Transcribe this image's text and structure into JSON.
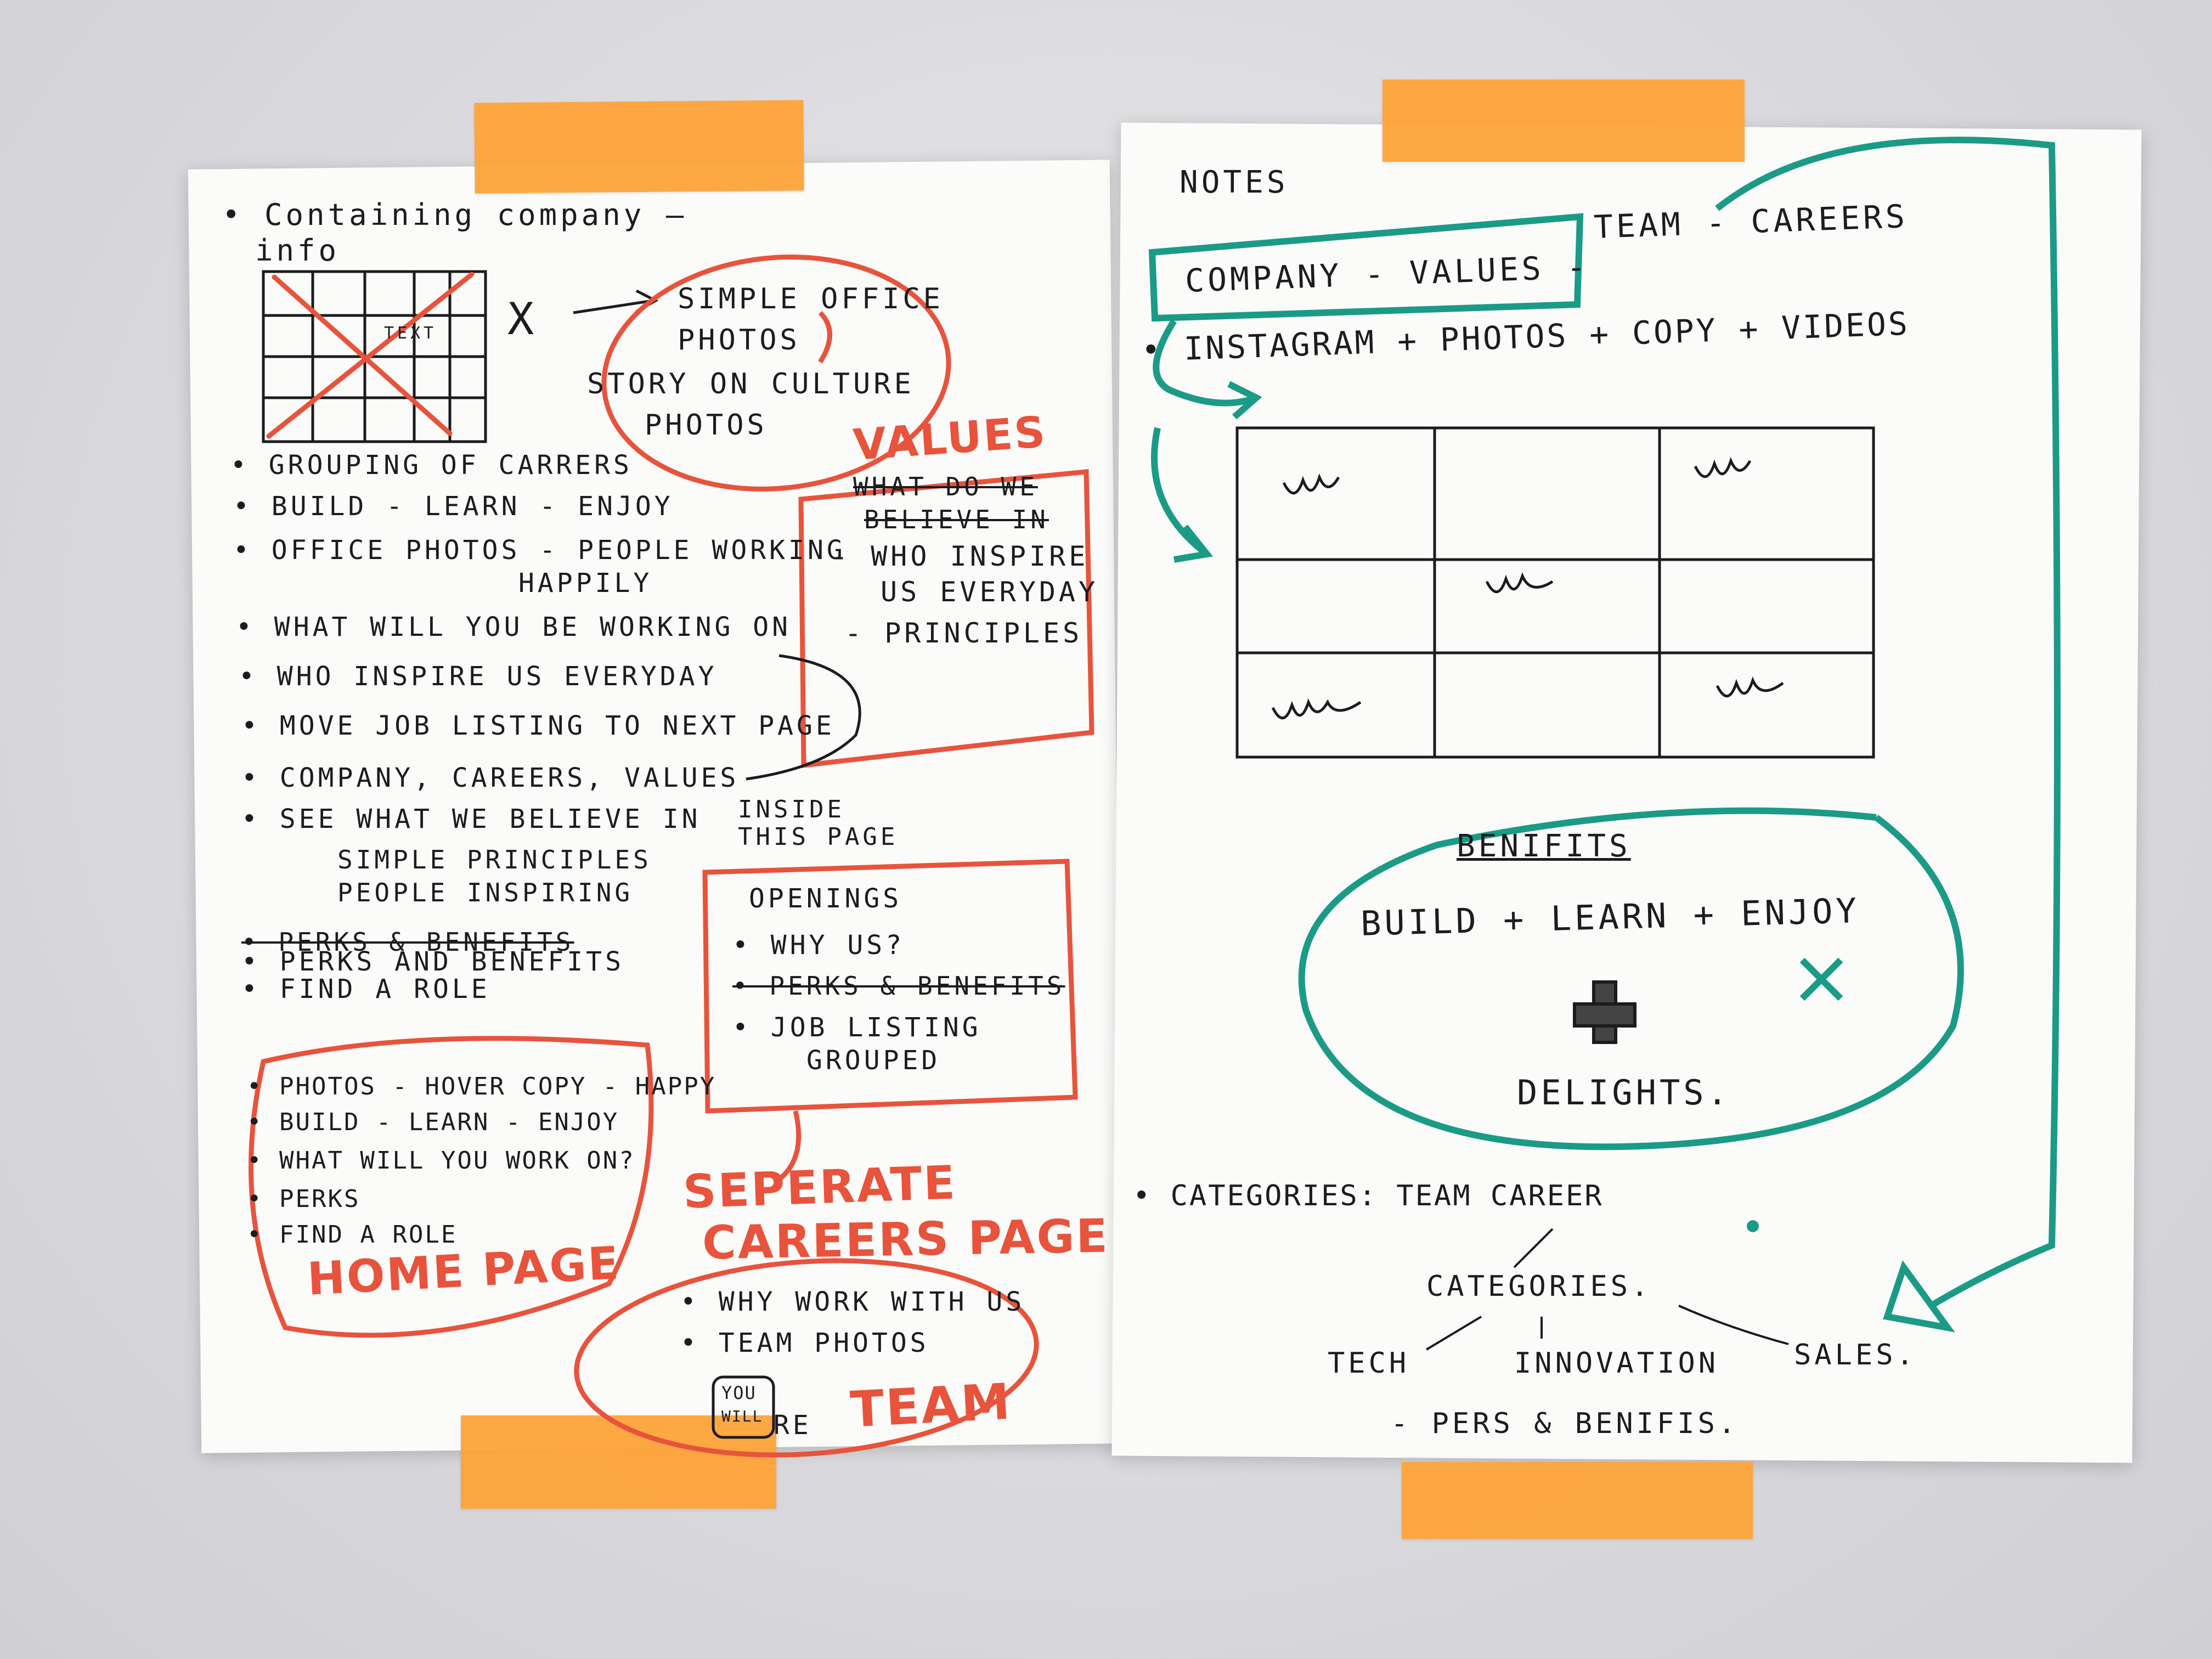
{
  "left_sheet": {
    "items": [
      "• Containing company —",
      "info",
      "TEXT",
      "X",
      "SIMPLE OFFICE",
      "PHOTOS",
      "STORY ON CULTURE",
      "PHOTOS",
      "• GROUPING OF CARRERS",
      "• BUILD - LEARN - ENJOY",
      "• OFFICE PHOTOS - PEOPLE WORKING",
      "HAPPILY",
      "• WHAT WILL YOU BE WORKING ON",
      "• WHO INSPIRE US EVERYDAY",
      "• MOVE JOB LISTING TO NEXT PAGE",
      "• COMPANY, CAREERS, VALUES",
      "• SEE WHAT WE BELIEVE IN",
      "SIMPLE PRINCIPLES",
      "PEOPLE INSPIRING",
      "• PERKS & BENEFITS",
      "• PERKS AND BENEFITS",
      "• FIND A ROLE",
      "INSIDE",
      "THIS PAGE"
    ],
    "values_box": {
      "title": "VALUES",
      "lines": [
        "WHAT DO WE",
        "BELIEVE IN",
        "- WHO INSPIRE",
        "US EVERYDAY",
        "- PRINCIPLES"
      ]
    },
    "openings_box": {
      "lines": [
        "OPENINGS",
        "• WHY US?",
        "• PERKS & BENEFITS",
        "• JOB LISTING",
        "GROUPED"
      ]
    },
    "home_box": {
      "lines": [
        "• PHOTOS - HOVER COPY - HAPPY",
        "• BUILD - LEARN - ENJOY",
        "• WHAT WILL YOU WORK ON?",
        "• PERKS",
        "• FIND A ROLE"
      ],
      "label": "HOME PAGE"
    },
    "separate_label": [
      "SEPERATE",
      "CAREERS PAGE"
    ],
    "team_box": {
      "lines": [
        "• WHY WORK WITH US",
        "• TEAM PHOTOS"
      ],
      "badge": [
        "YOU",
        "WILL"
      ],
      "trail": "RE",
      "label": "TEAM"
    }
  },
  "right_sheet": {
    "notes_title": "NOTES",
    "line1": [
      "COMPANY - VALUES -",
      "TEAM - CAREERS"
    ],
    "line2": "• INSTAGRAM + PHOTOS + COPY + VIDEOS",
    "benefits": {
      "title": "BENIFITS",
      "line": "BUILD + LEARN + ENJOY",
      "footer": "DELIGHTS."
    },
    "categories_line": "• CATEGORIES: TEAM CAREER",
    "categories_title": "CATEGORIES.",
    "categories_items": [
      "TECH",
      "INNOVATION",
      "SALES."
    ],
    "perks_line": "- PERS & BENIFIS."
  },
  "colors": {
    "ink": "#1c1c1f",
    "red_marker": "#e8533c",
    "teal_marker": "#1b9b86",
    "tape": "#ffa43a"
  }
}
